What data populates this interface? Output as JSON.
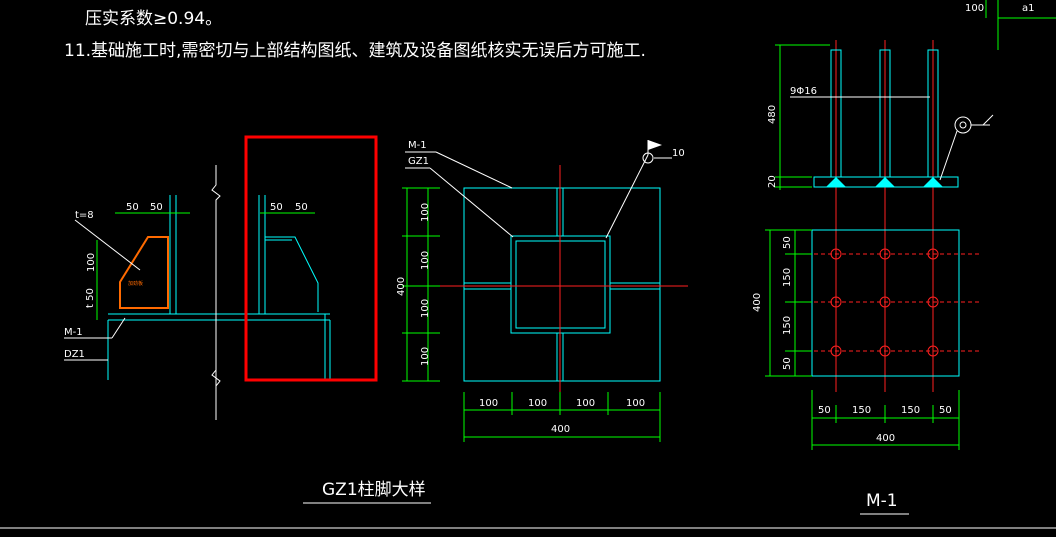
{
  "notes": {
    "line1": "压实系数≥0.94。",
    "line2": "11.基础施工时,需密切与上部结构图纸、建筑及设备图纸核实无误后方可施工."
  },
  "top_right": {
    "dim": "100",
    "label": "a1"
  },
  "section": {
    "t_label": "t=8",
    "m1": "M-1",
    "dz1": "DZ1",
    "dims": {
      "a": "50",
      "b": "50",
      "c": "50",
      "d": "50",
      "h": "100",
      "t": "t 50"
    }
  },
  "plan": {
    "m1": "M-1",
    "gz1": "GZ1",
    "weld": "10",
    "left_dims": [
      "100",
      "100",
      "100",
      "100"
    ],
    "total_left": "400",
    "bottom_dims": [
      "100",
      "100",
      "100",
      "100"
    ],
    "total_bottom": "400"
  },
  "m1_detail": {
    "bolt_label": "9Φ16",
    "elev_dims": [
      "480",
      "20"
    ],
    "left_dims": [
      "50",
      "150",
      "150",
      "50"
    ],
    "total_left": "400",
    "bottom_dims": [
      "50",
      "150",
      "150",
      "50"
    ],
    "total_bottom": "400"
  },
  "titles": {
    "gz1": "GZ1柱脚大样",
    "m1": "M-1"
  },
  "colors": {
    "cyan": "#00ffff",
    "green": "#00ff00",
    "red": "#ff2020",
    "orange": "#ff6a00",
    "white": "#ffffff",
    "highlight": "#ff0000"
  }
}
